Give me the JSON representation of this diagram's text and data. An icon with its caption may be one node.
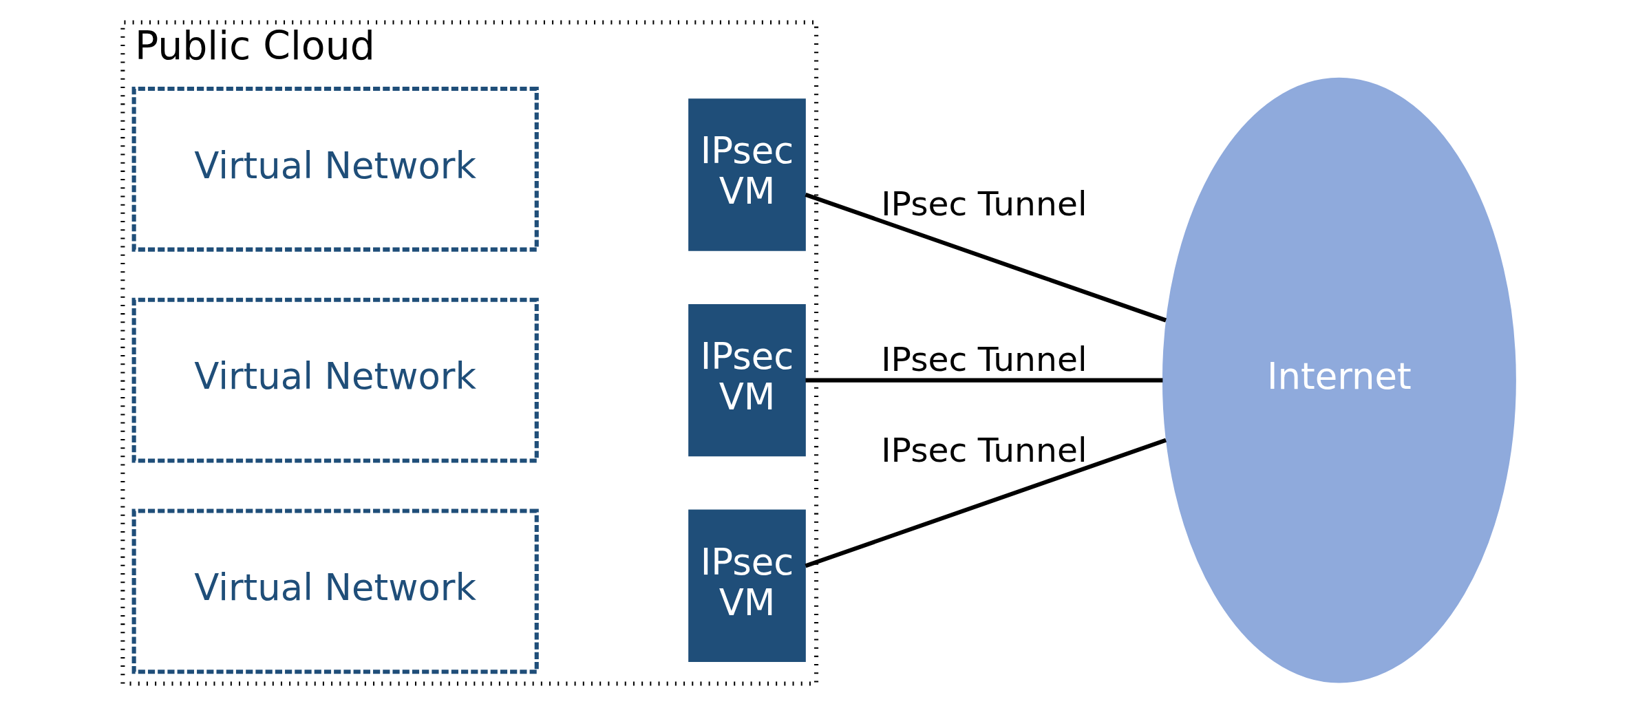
{
  "diagram": {
    "nodes": [
      {
        "text": [
          "Public Cloud"
        ]
      },
      {
        "text": [
          "Virtual Network"
        ],
        "in": 0
      },
      {
        "text": [
          "IPsec VM"
        ],
        "in": 0
      },
      {
        "text": [
          "Virtual Network"
        ],
        "in": 0
      },
      {
        "text": [
          "IPsec VM"
        ],
        "in": 0
      },
      {
        "text": [
          "Virtual Network"
        ],
        "in": 0
      },
      {
        "text": [
          "IPsec VM"
        ],
        "in": 0
      },
      {
        "text": [
          "Internet"
        ]
      }
    ],
    "edges": [
      {
        "from": 2,
        "to": 7,
        "arrow": "none",
        "label": "IPsec Tunnel"
      },
      {
        "from": 4,
        "to": 7,
        "arrow": "none",
        "label": "IPsec Tunnel"
      },
      {
        "from": 6,
        "to": 7,
        "arrow": "none",
        "label": "IPsec Tunnel"
      }
    ]
  }
}
